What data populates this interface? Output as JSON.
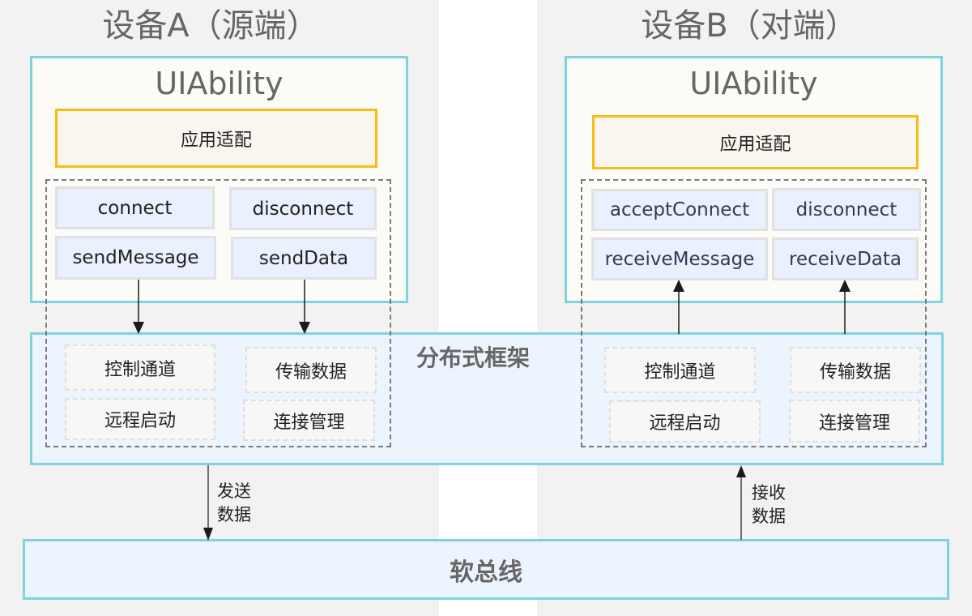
{
  "colors": {
    "panel_bg": "#f2f2f2",
    "border_teal": "#7fd3dd",
    "adapt_border": "#f7bd15",
    "api_fill": "#eaf0fd",
    "framework_fill": "#ecf4fd",
    "title_gray": "#666666"
  },
  "device_a": {
    "title": "设备A（源端）",
    "ability_title": "UIAbility",
    "adapt_label": "应用适配",
    "apis": [
      "connect",
      "disconnect",
      "sendMessage",
      "sendData"
    ],
    "services": [
      "控制通道",
      "传输数据",
      "远程启动",
      "连接管理"
    ]
  },
  "device_b": {
    "title": "设备B（对端）",
    "ability_title": "UIAbility",
    "adapt_label": "应用适配",
    "apis": [
      "acceptConnect",
      "disconnect",
      "receiveMessage",
      "receiveData"
    ],
    "services": [
      "控制通道",
      "传输数据",
      "远程启动",
      "连接管理"
    ]
  },
  "framework": {
    "title": "分布式框架"
  },
  "bus": {
    "title": "软总线"
  },
  "flows": {
    "send_label_line1": "发送",
    "send_label_line2": "数据",
    "receive_label_line1": "接收",
    "receive_label_line2": "数据"
  }
}
